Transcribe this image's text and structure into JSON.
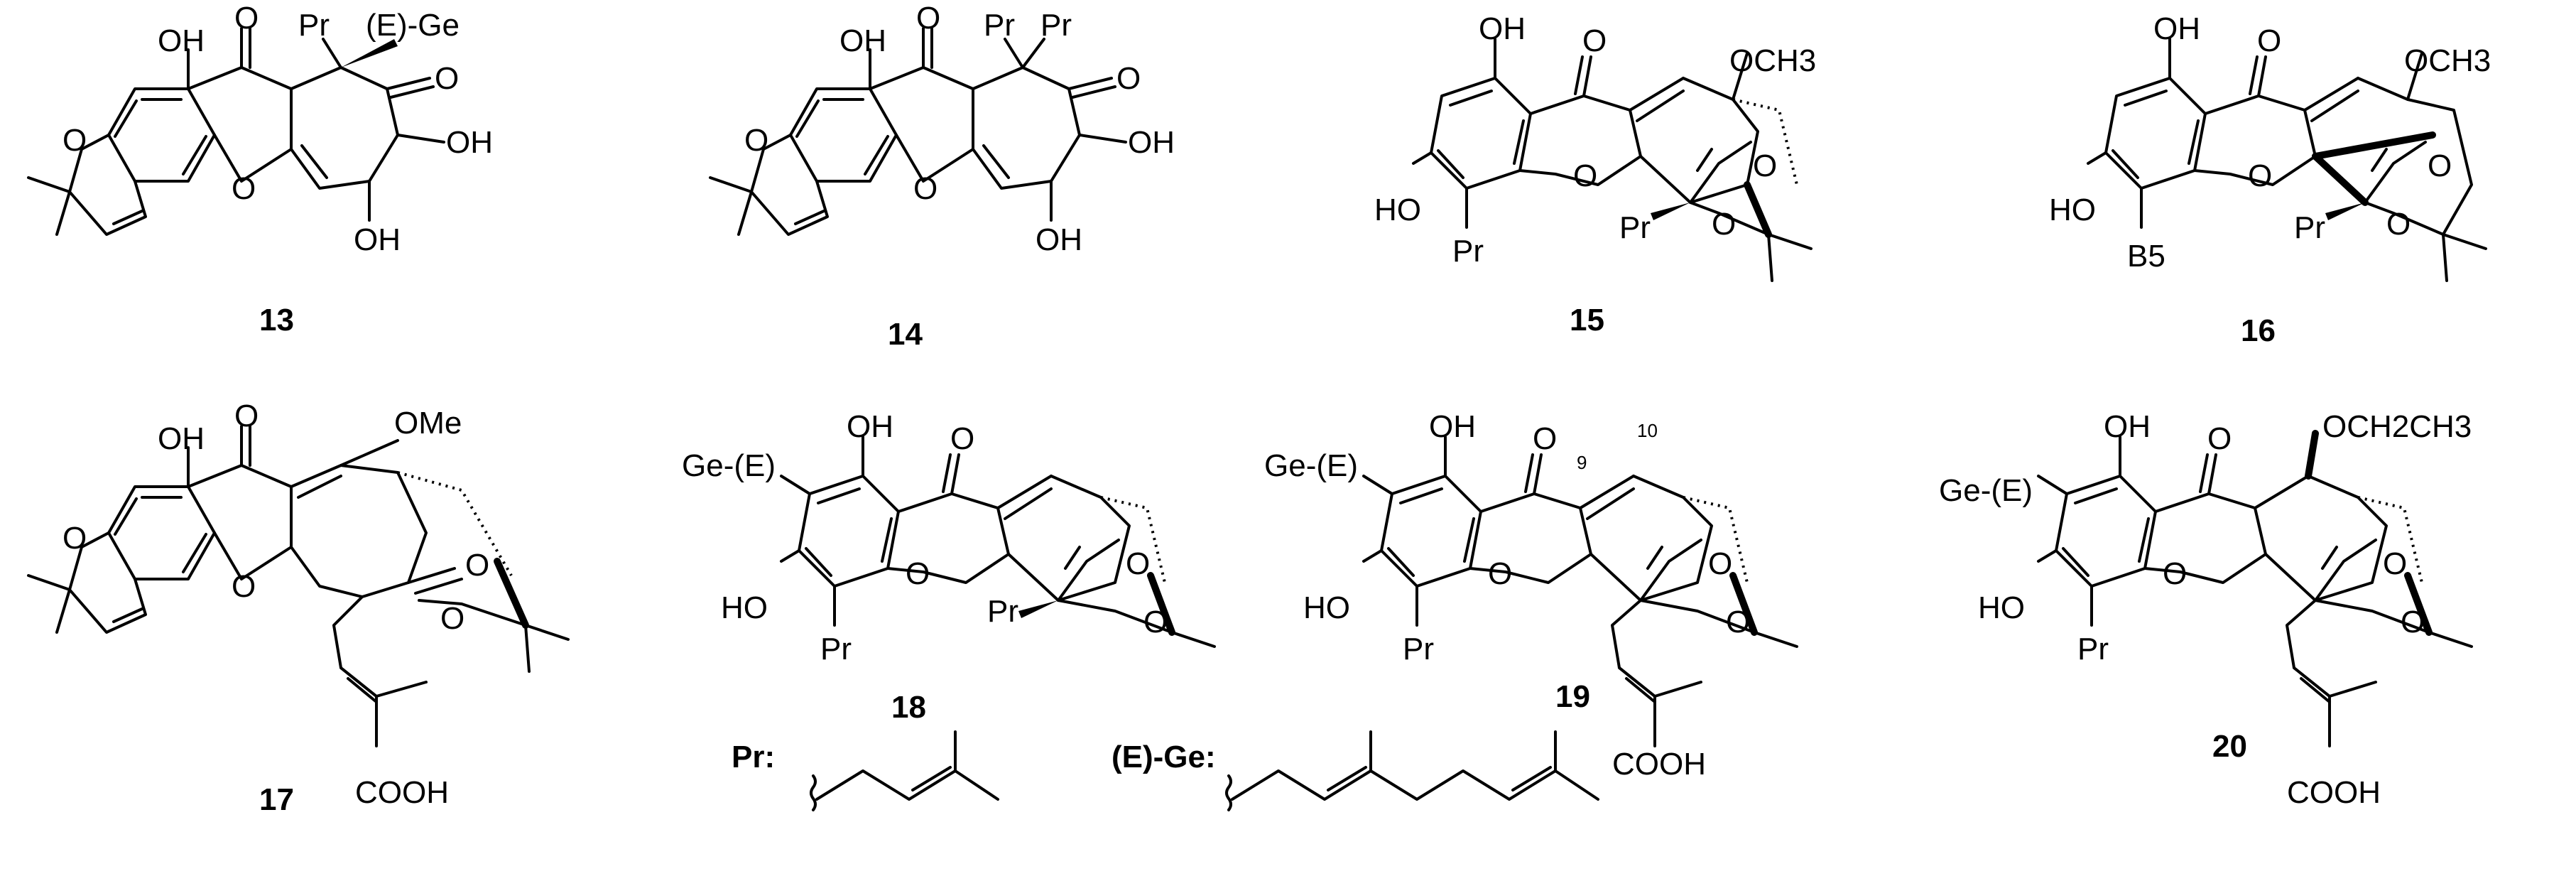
{
  "figure": {
    "compounds": [
      {
        "id": "c13",
        "number": "13",
        "substituents": {
          "OH_top": "OH",
          "O_ketone": "O",
          "Pr": "Pr",
          "Ge_group": "(E)-Ge",
          "O_ketone2": "O",
          "OH_right": "OH",
          "OH_bottom": "OH",
          "O_pyran": "O",
          "O_xanthone": "O"
        }
      },
      {
        "id": "c14",
        "number": "14",
        "substituents": {
          "OH_top": "OH",
          "O_ketone": "O",
          "Pr1": "Pr",
          "Pr2": "Pr",
          "O_ketone2": "O",
          "OH_right": "OH",
          "OH_bottom": "OH",
          "O_pyran": "O",
          "O_xanthone": "O"
        }
      },
      {
        "id": "c15",
        "number": "15",
        "substituents": {
          "OH_top": "OH",
          "O_ketone": "O",
          "OMe": "OCH3",
          "HO": "HO",
          "Pr": "Pr",
          "O_ring": "O",
          "O_lactone": "O",
          "O_ketone2": "O"
        }
      },
      {
        "id": "c16",
        "number": "16",
        "substituents": {
          "OH_top": "OH",
          "O_ketone": "O",
          "OMe": "OCH3",
          "HO": "HO",
          "B": "B5",
          "Pr": "Pr",
          "O_ring": "O",
          "O_lactone": "O",
          "O_ketone2": "O"
        }
      },
      {
        "id": "c17",
        "number": "17",
        "substituents": {
          "OH_top": "OH",
          "O_ketone": "O",
          "OMe": "OMe",
          "O_pyran": "O",
          "O_ring": "O",
          "O_lactone": "O",
          "O_ketone2": "O",
          "acid": "COOH"
        }
      },
      {
        "id": "c18",
        "number": "18",
        "substituents": {
          "OH_top": "OH",
          "O_ketone": "O",
          "Ge": "Ge-(E)",
          "HO": "HO",
          "Pr": "Pr",
          "Pr2": "Pr",
          "O_ring": "O",
          "O_lactone": "O",
          "O_ketone2": "O"
        }
      },
      {
        "id": "c19",
        "number": "19",
        "substituents": {
          "OH_top": "OH",
          "O_ketone": "O",
          "Ge": "Ge-(E)",
          "HO": "HO",
          "Pr": "Pr",
          "O_ring": "O",
          "O_lactone": "O",
          "O_ketone2": "O",
          "acid": "COOH",
          "pos9": "9",
          "pos10": "10"
        }
      },
      {
        "id": "c20",
        "number": "20",
        "substituents": {
          "OH_top": "OH",
          "O_ketone": "O",
          "OEt": "OCH2CH3",
          "Ge": "Ge-(E)",
          "HO": "HO",
          "Pr": "Pr",
          "O_ring": "O",
          "O_lactone": "O",
          "O_ketone2": "O",
          "acid": "COOH"
        }
      }
    ],
    "legend": {
      "pr_label": "Pr:",
      "ge_label": "(E)-Ge:"
    }
  }
}
